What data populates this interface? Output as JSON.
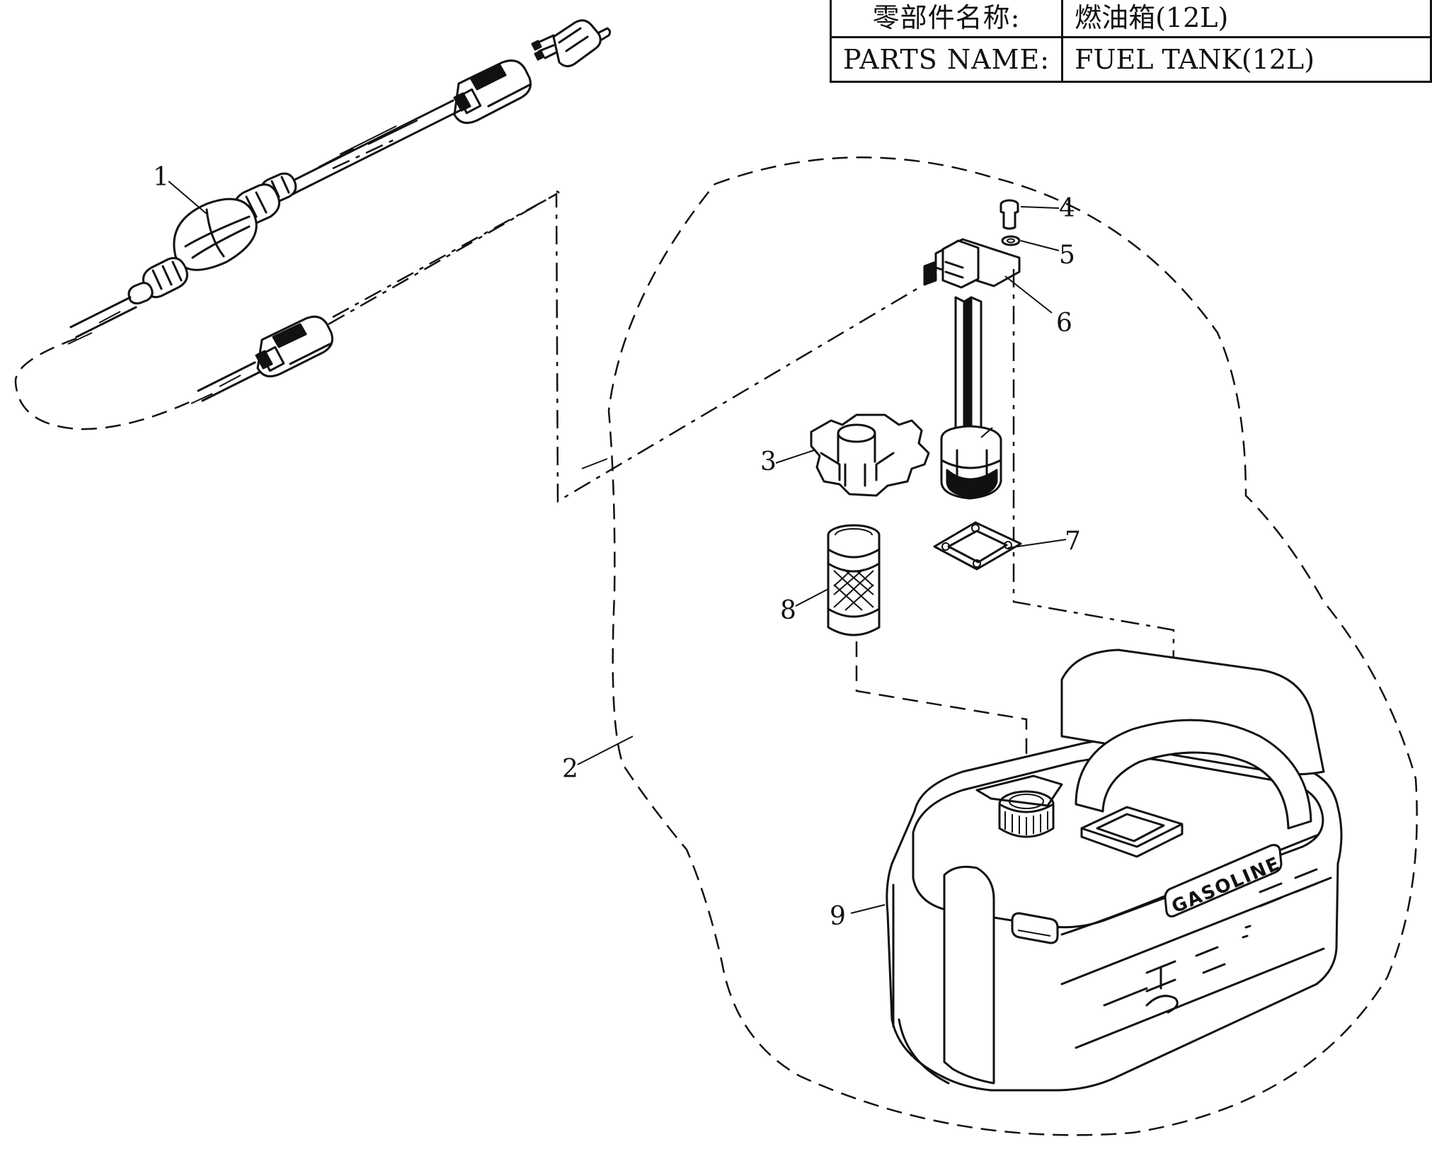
{
  "title_block": {
    "row1": {
      "label": "零部件名称:",
      "value": "燃油箱(12L)"
    },
    "row2": {
      "label": "PARTS NAME:",
      "value": "FUEL TANK(12L)"
    }
  },
  "callouts": [
    "1",
    "2",
    "3",
    "4",
    "5",
    "6",
    "7",
    "8",
    "9"
  ],
  "tank_label": "GASOLINE"
}
